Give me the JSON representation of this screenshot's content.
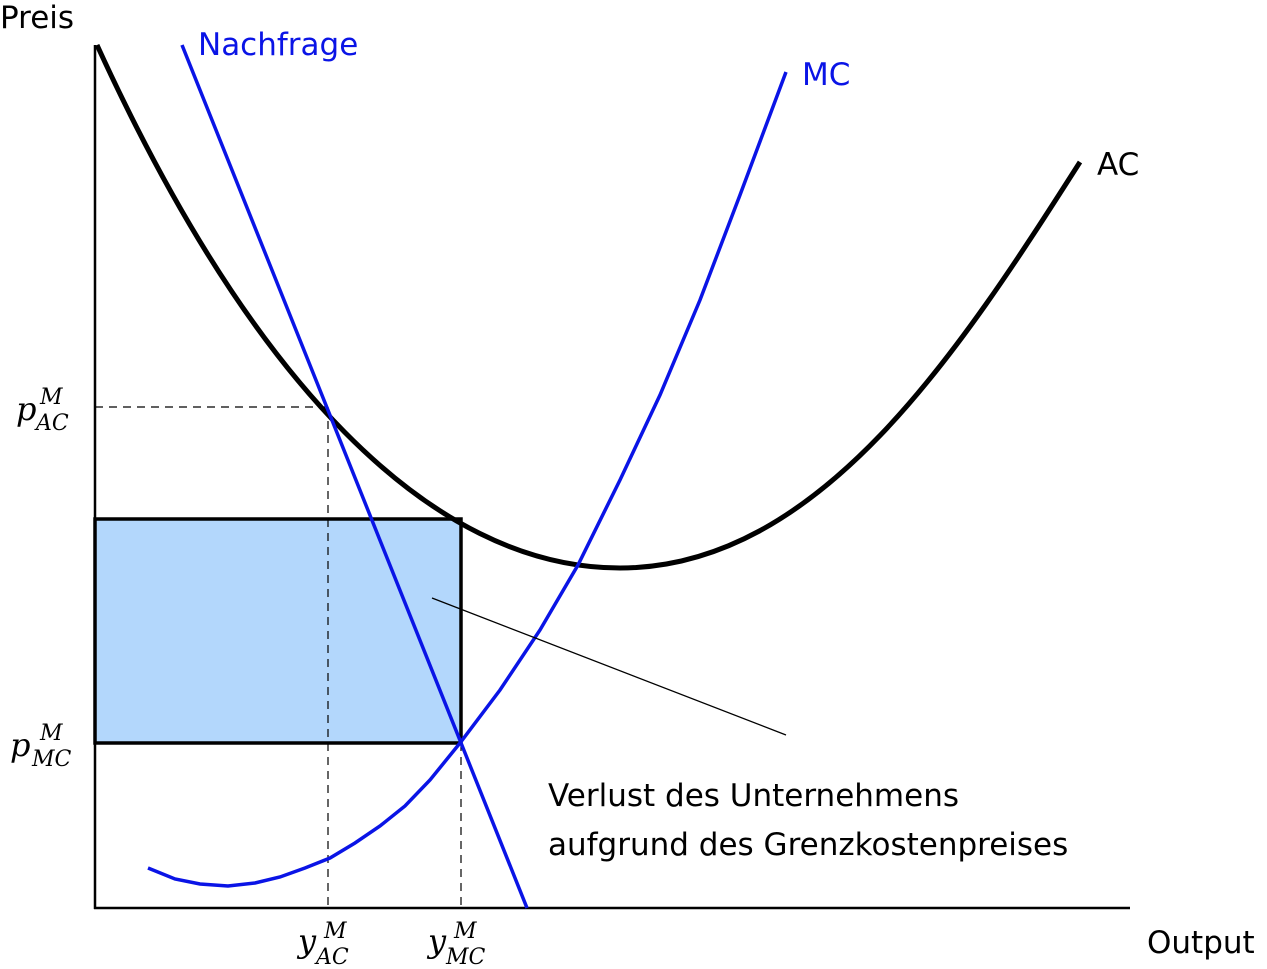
{
  "axes": {
    "y_label": "Preis",
    "x_label": "Output"
  },
  "curves": {
    "demand": {
      "label": "Nachfrage",
      "color": "#0a14e6"
    },
    "mc": {
      "label": "MC",
      "color": "#0a14e6"
    },
    "ac": {
      "label": "AC",
      "color": "#000000"
    }
  },
  "ticks": {
    "p_ac": {
      "base": "p",
      "sup": "M",
      "sub": "AC"
    },
    "p_mc": {
      "base": "p",
      "sup": "M",
      "sub": "MC"
    },
    "y_ac": {
      "base": "y",
      "sup": "M",
      "sub": "AC"
    },
    "y_mc": {
      "base": "y",
      "sup": "M",
      "sub": "MC"
    }
  },
  "loss_area": {
    "color": "#b3d7fc",
    "annotation_line1": "Verlust des Unternehmens",
    "annotation_line2": "aufgrund des Grenzkostenpreises"
  }
}
